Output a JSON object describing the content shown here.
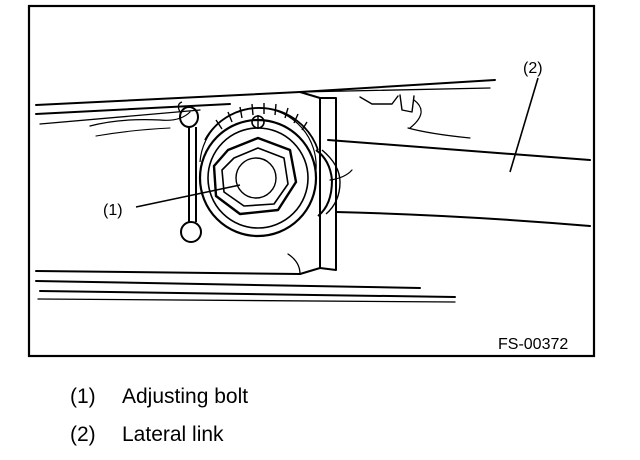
{
  "figure": {
    "callouts": [
      {
        "id": "1",
        "text": "(1)"
      },
      {
        "id": "2",
        "text": "(2)"
      }
    ],
    "code": "FS-00372"
  },
  "legend": [
    {
      "num": "(1)",
      "label": "Adjusting bolt"
    },
    {
      "num": "(2)",
      "label": "Lateral link"
    }
  ]
}
